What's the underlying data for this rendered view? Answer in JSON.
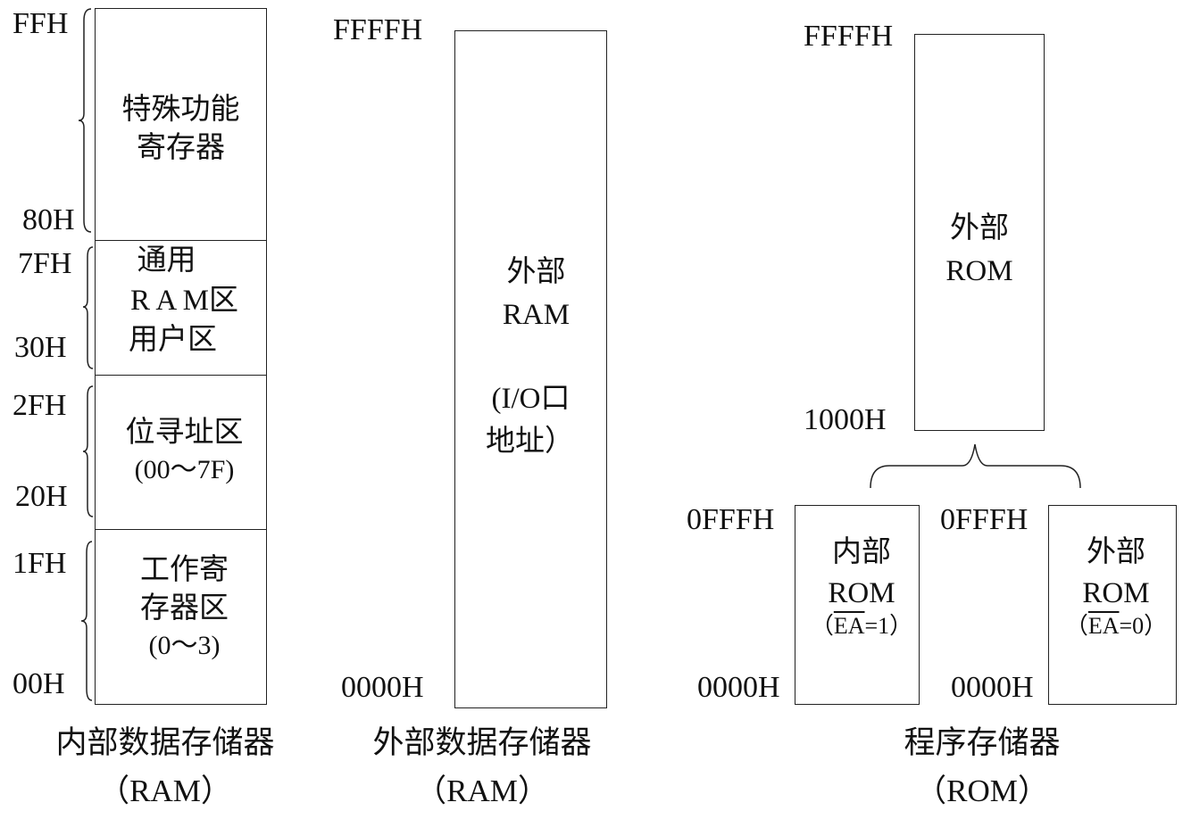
{
  "internal_ram": {
    "caption_line1": "内部数据存储器",
    "caption_line2": "（RAM）",
    "regions": [
      {
        "name": "sfr",
        "label_lines": [
          "特殊功能",
          "寄存器"
        ],
        "addr_high": "FFH",
        "addr_low": "80H"
      },
      {
        "name": "general-ram",
        "label_lines": [
          "通用",
          "R A M区",
          "用户区"
        ],
        "addr_high": "7FH",
        "addr_low": "30H"
      },
      {
        "name": "bit-addressable",
        "label_lines": [
          "位寻址区",
          "(00～7F)"
        ],
        "addr_high": "2FH",
        "addr_low": "20H"
      },
      {
        "name": "working-registers",
        "label_lines": [
          "工作寄",
          "存器区",
          "(0～3)"
        ],
        "addr_high": "1FH",
        "addr_low": "00H"
      }
    ]
  },
  "external_ram": {
    "caption_line1": "外部数据存储器",
    "caption_line2": "（RAM）",
    "addr_high": "FFFFH",
    "addr_low": "0000H",
    "label_lines": [
      "外部",
      "RAM",
      "(I/O口",
      "地址）"
    ]
  },
  "program_rom": {
    "caption_line1": "程序存储器",
    "caption_line2": "（ROM）",
    "upper": {
      "addr_high": "FFFFH",
      "addr_low": "1000H",
      "label_lines": [
        "外部",
        "ROM"
      ]
    },
    "internal": {
      "addr_high": "0FFFH",
      "addr_low": "0000H",
      "label_lines": [
        "内部",
        "ROM"
      ],
      "ea_prefix": "（",
      "ea_signal": "EA",
      "ea_value": "=1）"
    },
    "external": {
      "addr_high": "0FFFH",
      "addr_low": "0000H",
      "label_lines": [
        "外部",
        "ROM"
      ],
      "ea_prefix": "（",
      "ea_signal": "EA",
      "ea_value": "=0）"
    }
  }
}
